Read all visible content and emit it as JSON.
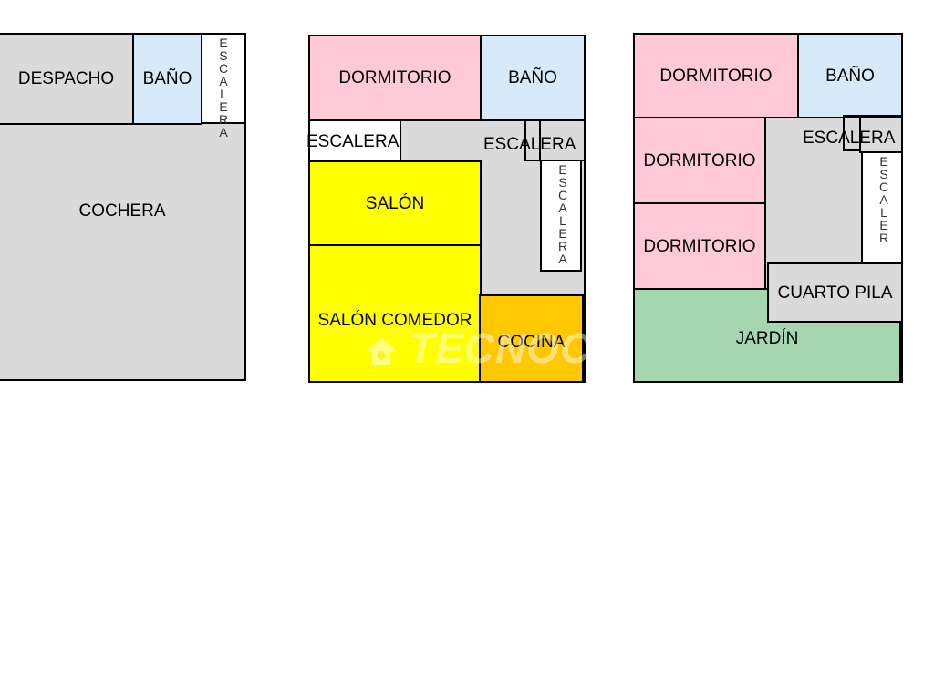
{
  "plan1": {
    "despacho": "DESPACHO",
    "bano": "BAÑO",
    "escalera_vertical": [
      "E",
      "S",
      "C",
      "A",
      "L",
      "E",
      "R",
      "A"
    ],
    "cochera": "COCHERA"
  },
  "plan2": {
    "dormitorio": "DORMITORIO",
    "bano": "BAÑO",
    "escalera_left": "ESCALERA",
    "escalera_right": "ESCALERA",
    "escalera_vertical": [
      "E",
      "S",
      "C",
      "A",
      "L",
      "E",
      "R",
      "A"
    ],
    "salon": "SALÓN",
    "salon_comedor": "SALÓN COMEDOR",
    "cocina": "COCINA",
    "watermark": "TECNOCASA"
  },
  "plan3": {
    "dormitorio_top": "DORMITORIO",
    "bano": "BAÑO",
    "escalera_right": "ESCALERA",
    "escalera_vertical": [
      "E",
      "S",
      "C",
      "A",
      "L",
      "E",
      "R"
    ],
    "dormitorio_mid": "DORMITORIO",
    "dormitorio_bottom": "DORMITORIO",
    "cuarto_pila": "CUARTO PILA",
    "jardin": "JARDÍN"
  },
  "colors": {
    "pink": "#ffcad7",
    "blue": "#d7eafa",
    "grey": "#dadada",
    "yellow": "#ffff00",
    "orange": "#ffc800",
    "green": "#a6d6b0"
  }
}
